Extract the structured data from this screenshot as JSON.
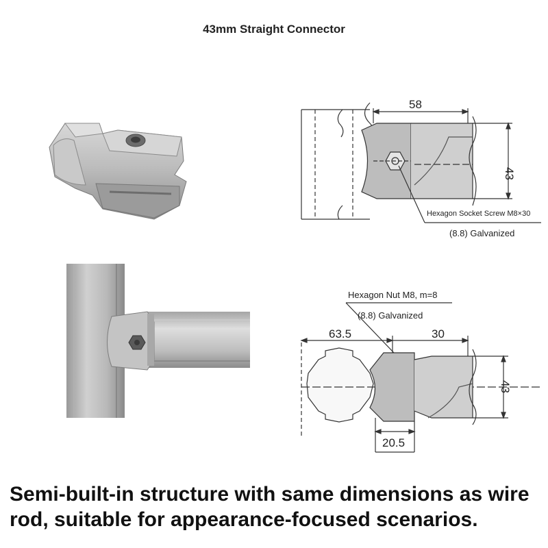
{
  "title": "43mm Straight Connector",
  "top_drawing": {
    "dim_width": "58",
    "dim_height": "43",
    "callout_line1": "Hexagon Socket Screw M8×30",
    "callout_line2": "(8.8) Galvanized"
  },
  "bottom_drawing": {
    "callout_line1": "Hexagon Nut M8, m=8",
    "callout_line2": "(8.8) Galvanized",
    "dim_left": "63.5",
    "dim_right": "30",
    "dim_height": "43",
    "dim_bottom": "20.5"
  },
  "caption": {
    "line1": "Semi-built-in structure with same dimensions as wire",
    "line2": "rod, suitable for appearance-focused scenarios."
  }
}
